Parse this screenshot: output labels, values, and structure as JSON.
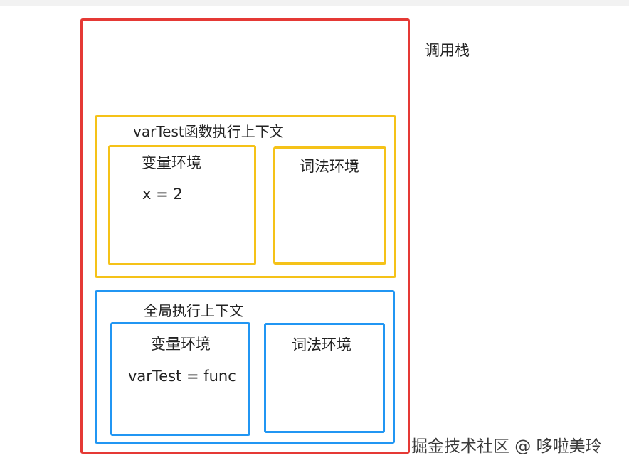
{
  "diagram": {
    "call_stack_label": "调用栈",
    "function_context": {
      "title": "varTest函数执行上下文",
      "variable_environment": {
        "title": "变量环境",
        "content": "x = 2"
      },
      "lexical_environment": {
        "title": "词法环境"
      }
    },
    "global_context": {
      "title": "全局执行上下文",
      "variable_environment": {
        "title": "变量环境",
        "content": "varTest = func"
      },
      "lexical_environment": {
        "title": "词法环境"
      }
    }
  },
  "watermark": "掘金技术社区 @ 哆啦美玲",
  "colors": {
    "call_stack_border": "#e53935",
    "function_context_border": "#f5c218",
    "global_context_border": "#2196f3"
  }
}
